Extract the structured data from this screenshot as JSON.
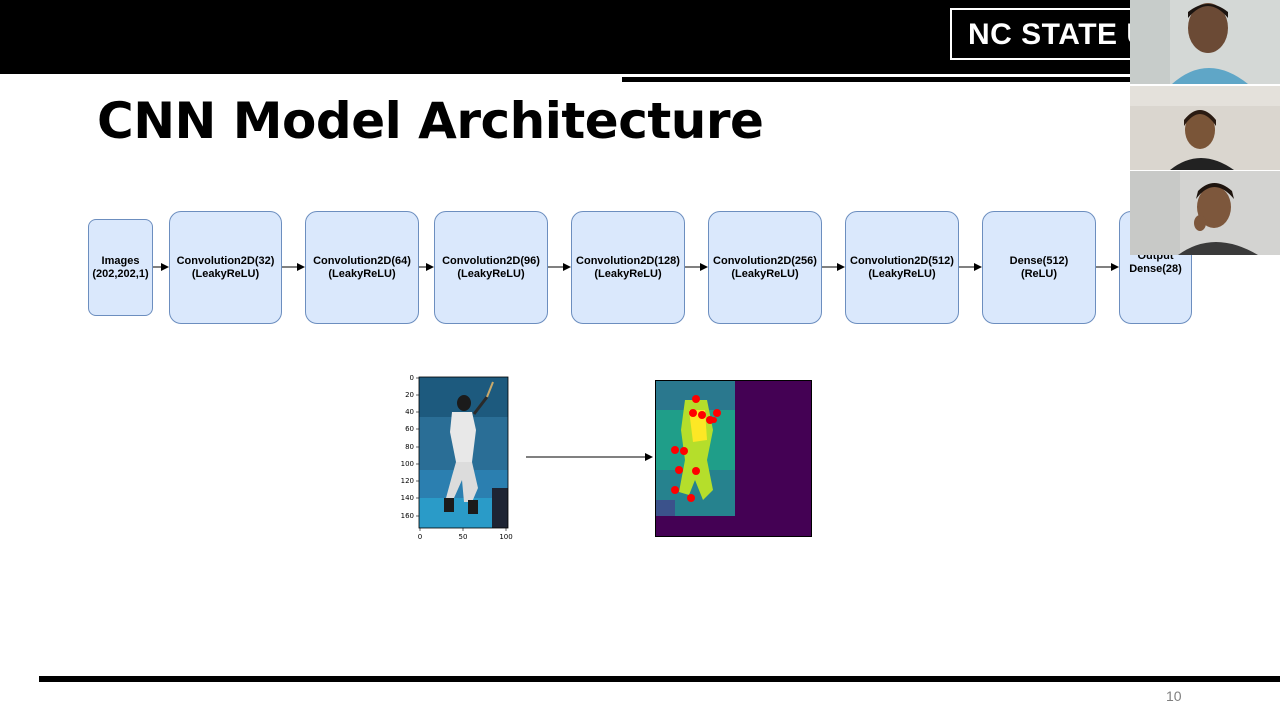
{
  "logo": {
    "text": "NC STATE UN"
  },
  "slide": {
    "title": "CNN Model Architecture",
    "page_number": "10"
  },
  "architecture": {
    "nodes": [
      {
        "line1": "Images",
        "line2": "(202,202,1)"
      },
      {
        "line1": "Convolution2D(32)",
        "line2": "(LeakyReLU)"
      },
      {
        "line1": "Convolution2D(64)",
        "line2": "(LeakyReLU)"
      },
      {
        "line1": "Convolution2D(96)",
        "line2": "(LeakyReLU)"
      },
      {
        "line1": "Convolution2D(128)",
        "line2": "(LeakyReLU)"
      },
      {
        "line1": "Convolution2D(256)",
        "line2": "(LeakyReLU)"
      },
      {
        "line1": "Convolution2D(512)",
        "line2": "(LeakyReLU)"
      },
      {
        "line1": "Dense(512)",
        "line2": "(ReLU)"
      },
      {
        "line1": "Output",
        "line2": "Dense(28)"
      }
    ]
  },
  "input_plot": {
    "y_ticks": [
      "0",
      "20",
      "40",
      "60",
      "80",
      "100",
      "120",
      "140",
      "160"
    ],
    "x_ticks": [
      "0",
      "50",
      "100"
    ]
  },
  "colors": {
    "node_fill": "#dae8fc",
    "node_border": "#6c8ebf",
    "heatmap_bg": "#440154",
    "joint": "#ff0000"
  }
}
